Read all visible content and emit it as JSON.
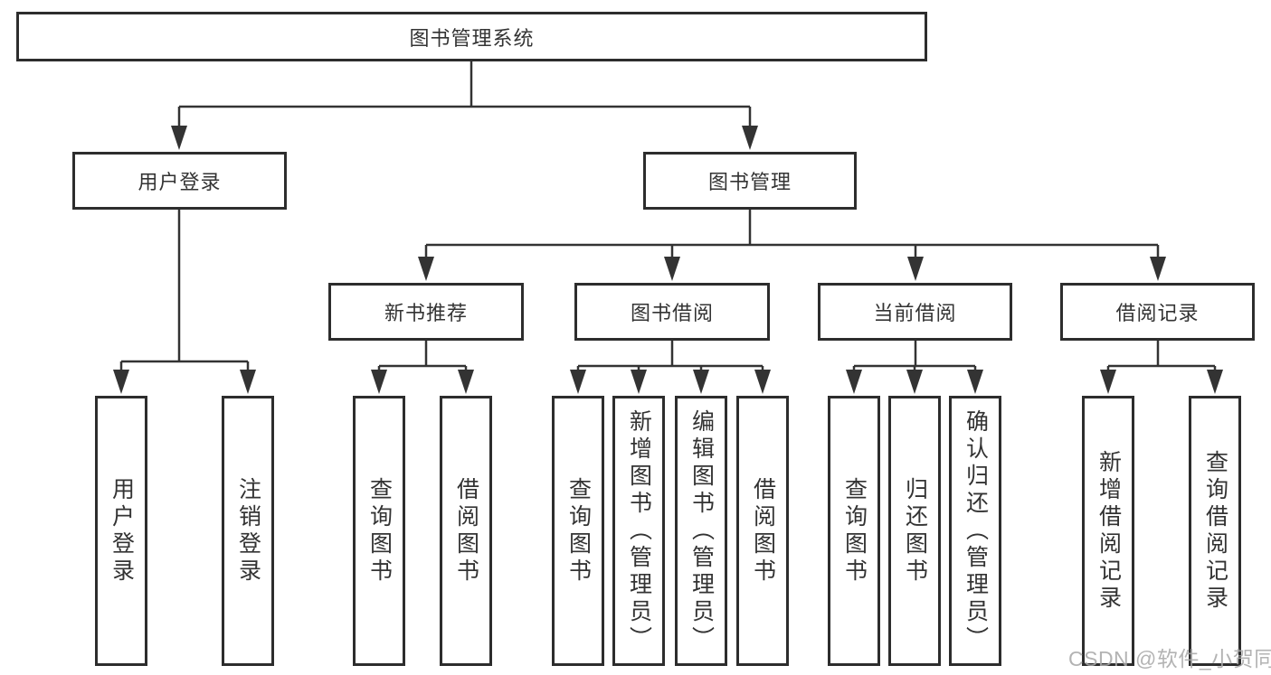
{
  "diagram": {
    "type": "hierarchy",
    "tree": {
      "label": "图书管理系统",
      "children": [
        {
          "label": "用户登录",
          "children": [
            {
              "label": "用户登录"
            },
            {
              "label": "注销登录"
            }
          ]
        },
        {
          "label": "图书管理",
          "children": [
            {
              "label": "新书推荐",
              "children": [
                {
                  "label": "查询图书"
                },
                {
                  "label": "借阅图书"
                }
              ]
            },
            {
              "label": "图书借阅",
              "children": [
                {
                  "label": "查询图书"
                },
                {
                  "label": "新增图书（管理员）"
                },
                {
                  "label": "编辑图书（管理员）"
                },
                {
                  "label": "借阅图书"
                }
              ]
            },
            {
              "label": "当前借阅",
              "children": [
                {
                  "label": "查询图书"
                },
                {
                  "label": "归还图书"
                },
                {
                  "label": "确认归还（管理员）"
                }
              ]
            },
            {
              "label": "借阅记录",
              "children": [
                {
                  "label": "新增借阅记录"
                },
                {
                  "label": "查询借阅记录"
                }
              ]
            }
          ]
        }
      ]
    },
    "colors": {
      "line": "#333333",
      "box_border": "#2d2d2d",
      "text": "#333333",
      "background": "#ffffff",
      "watermark": "#a9a9a9"
    }
  },
  "watermark": {
    "text": "CSDN @软件_小贺同学"
  }
}
